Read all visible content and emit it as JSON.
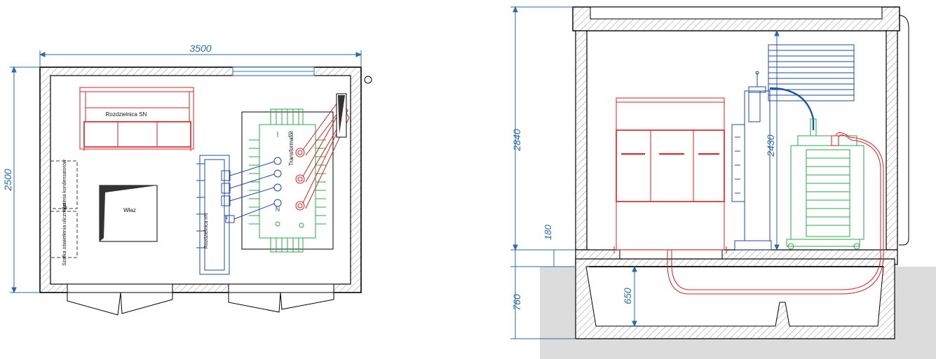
{
  "plan_view": {
    "dim_width": "3500",
    "dim_height": "2500",
    "labels": {
      "switchgear_mv": "Rozdzielnica  SN",
      "capacitor_bank": "Bateria kondensatorów",
      "lighting_cabinet": "Szafka oświetlenia ulicznego",
      "manhole": "Właz",
      "switchgear_lv": "Rozdzielnica  nN",
      "transformer": "Transformator",
      "neutral_mark": "N"
    }
  },
  "section_view": {
    "dim_total_height": "2840",
    "dim_floor": "180",
    "dim_inner_height": "2430",
    "dim_basement": "760",
    "dim_cable_cellar": "650"
  },
  "colors": {
    "wall": "#000000",
    "hatch": "#555555",
    "dimension": "#2a6aa8",
    "mv_equipment": "#d42020",
    "lv_equipment": "#2048a0",
    "transformer": "#2aa848",
    "ground_fill": "#dcdcdc",
    "busbar_link": "#1a5aa0"
  }
}
